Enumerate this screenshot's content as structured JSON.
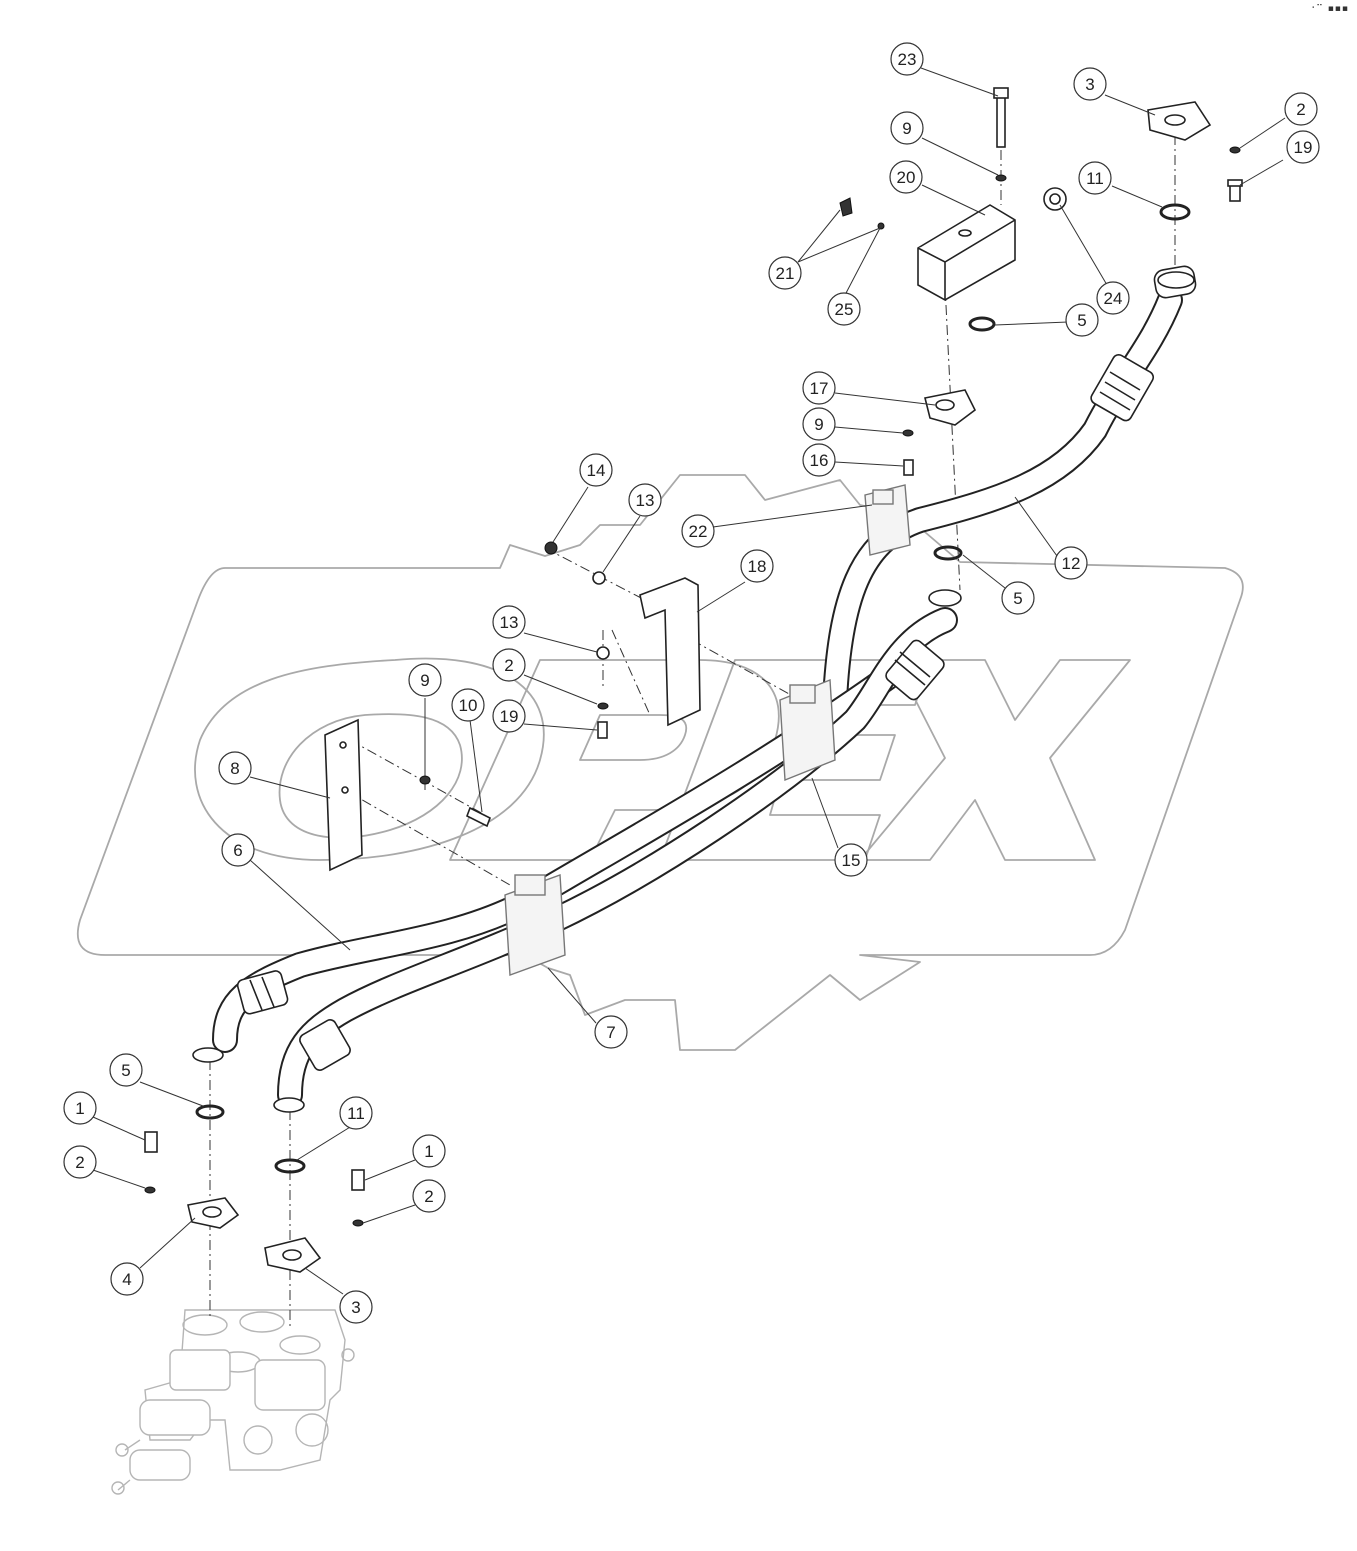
{
  "watermark": {
    "text": "OPEX",
    "color": "#a9a9a9"
  },
  "corner_mark": "⠐⠉ ▪▪▪",
  "callouts": [
    {
      "id": "c23",
      "label": "23"
    },
    {
      "id": "c3a",
      "label": "3"
    },
    {
      "id": "c2a",
      "label": "2"
    },
    {
      "id": "c19a",
      "label": "19"
    },
    {
      "id": "c9a",
      "label": "9"
    },
    {
      "id": "c20",
      "label": "20"
    },
    {
      "id": "c11a",
      "label": "11"
    },
    {
      "id": "c21",
      "label": "21"
    },
    {
      "id": "c25",
      "label": "25"
    },
    {
      "id": "c24",
      "label": "24"
    },
    {
      "id": "c5a",
      "label": "5"
    },
    {
      "id": "c17",
      "label": "17"
    },
    {
      "id": "c9b",
      "label": "9"
    },
    {
      "id": "c16",
      "label": "16"
    },
    {
      "id": "c14",
      "label": "14"
    },
    {
      "id": "c13a",
      "label": "13"
    },
    {
      "id": "c22",
      "label": "22"
    },
    {
      "id": "c12",
      "label": "12"
    },
    {
      "id": "c18",
      "label": "18"
    },
    {
      "id": "c5b",
      "label": "5"
    },
    {
      "id": "c13b",
      "label": "13"
    },
    {
      "id": "c2b",
      "label": "2"
    },
    {
      "id": "c19b",
      "label": "19"
    },
    {
      "id": "c9c",
      "label": "9"
    },
    {
      "id": "c10",
      "label": "10"
    },
    {
      "id": "c8",
      "label": "8"
    },
    {
      "id": "c6",
      "label": "6"
    },
    {
      "id": "c15",
      "label": "15"
    },
    {
      "id": "c7",
      "label": "7"
    },
    {
      "id": "c5c",
      "label": "5"
    },
    {
      "id": "c1a",
      "label": "1"
    },
    {
      "id": "c11b",
      "label": "11"
    },
    {
      "id": "c2c",
      "label": "2"
    },
    {
      "id": "c1b",
      "label": "1"
    },
    {
      "id": "c2d",
      "label": "2"
    },
    {
      "id": "c4",
      "label": "4"
    },
    {
      "id": "c3b",
      "label": "3"
    }
  ]
}
